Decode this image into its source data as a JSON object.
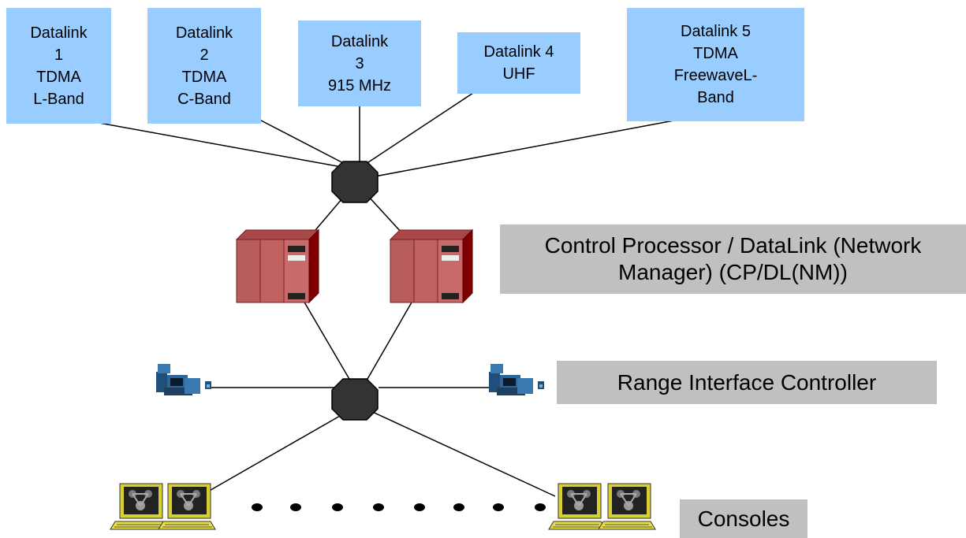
{
  "datalinks": [
    {
      "lines": [
        "Datalink",
        "1",
        "TDMA",
        "L-Band"
      ]
    },
    {
      "lines": [
        "Datalink",
        "2",
        "TDMA",
        "C-Band"
      ]
    },
    {
      "lines": [
        "Datalink",
        "3",
        "915 MHz"
      ]
    },
    {
      "lines": [
        "Datalink 4",
        "UHF"
      ]
    },
    {
      "lines": [
        "Datalink 5",
        "TDMA",
        "FreewaveL-",
        "Band"
      ]
    }
  ],
  "labels": {
    "control_processor": [
      "Control Processor / DataLink (Network",
      "Manager) (CP/DL(NM))"
    ],
    "range_interface": "Range Interface Controller",
    "consoles": "Consoles"
  },
  "colors": {
    "datalink_box": "#99ccff",
    "label_box": "#c0c0c0",
    "switch": "#333333",
    "server_front": "#c06060",
    "server_side": "#800000"
  },
  "icons": {
    "switch": "octagon-switch-icon",
    "server": "server-rack-icon",
    "controller": "workstation-icon",
    "console": "console-terminal-icon"
  }
}
